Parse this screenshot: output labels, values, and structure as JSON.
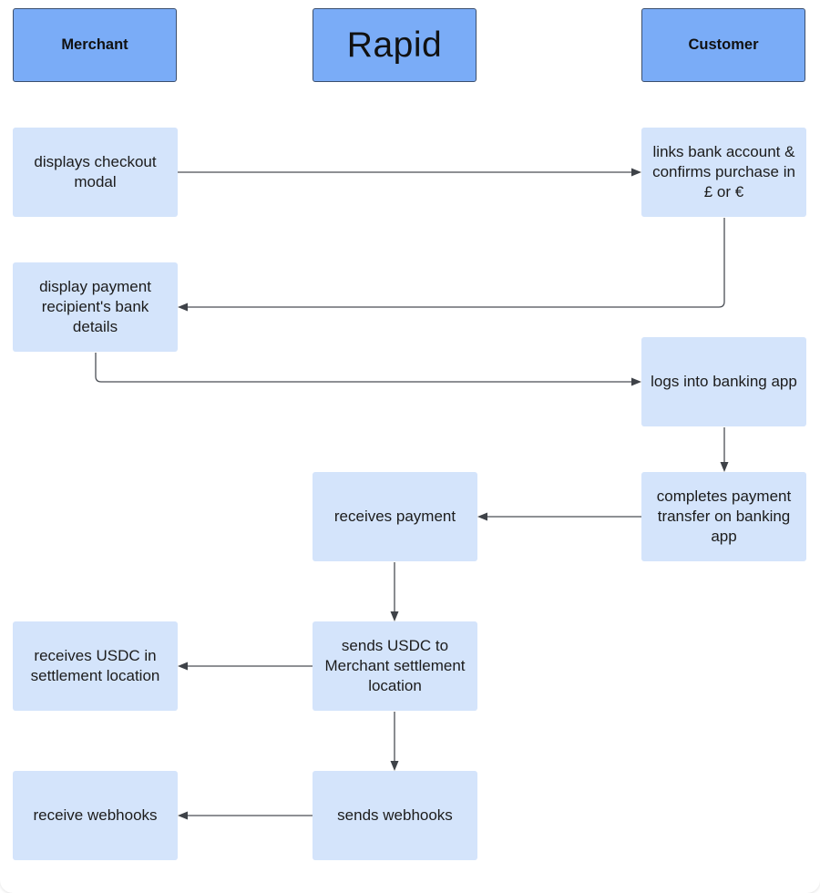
{
  "lanes": {
    "merchant": "Merchant",
    "rapid": "Rapid",
    "customer": "Customer"
  },
  "steps": {
    "displays_checkout": "displays checkout modal",
    "links_bank": "links bank account & confirms purchase in £ or €",
    "display_recipient": "display payment recipient's bank details",
    "logs_banking": "logs into banking app",
    "completes_transfer": "completes payment transfer on banking app",
    "receives_payment": "receives payment",
    "sends_usdc": "sends USDC to Merchant settlement location",
    "receives_usdc": "receives USDC in settlement location",
    "sends_webhooks": "sends webhooks",
    "receive_webhooks": "receive webhooks"
  },
  "flow": [
    [
      "displays_checkout",
      "links_bank"
    ],
    [
      "links_bank",
      "display_recipient"
    ],
    [
      "display_recipient",
      "logs_banking"
    ],
    [
      "logs_banking",
      "completes_transfer"
    ],
    [
      "completes_transfer",
      "receives_payment"
    ],
    [
      "receives_payment",
      "sends_usdc"
    ],
    [
      "sends_usdc",
      "receives_usdc"
    ],
    [
      "sends_usdc",
      "sends_webhooks"
    ],
    [
      "sends_webhooks",
      "receive_webhooks"
    ]
  ]
}
